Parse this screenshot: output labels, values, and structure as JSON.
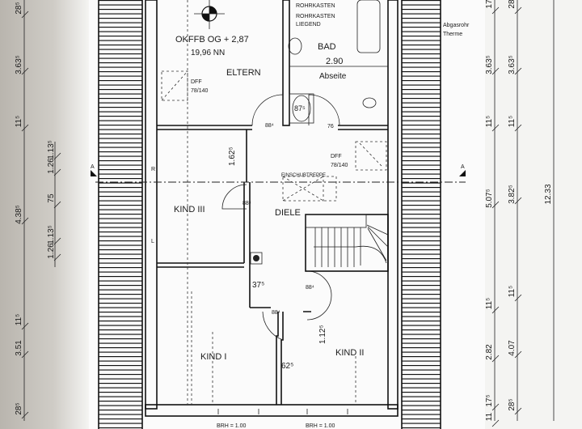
{
  "plan": {
    "rooms": {
      "eltern": "ELTERN",
      "bad": "BAD",
      "kind1": "KIND I",
      "kind2": "KIND II",
      "kind3": "KIND III",
      "diele": "DIELE"
    },
    "annotations": {
      "level": "OKFFB OG + 2,87",
      "nn": "19,96 NN",
      "bad_height": "2.90",
      "abseite": "Abseite",
      "rohrkasten_top": "ROHRKASTEN",
      "rohrkasten": "ROHRKASTEN",
      "liegend": "LIEGEND",
      "abgasrohr": "Abgasrohr",
      "therme": "Therme",
      "dff1": "DFF",
      "dff1_size": "78/140",
      "dff2": "DFF",
      "dff2_size": "78/140",
      "einschubtreppe": "EINSCHUBTREPPE",
      "shower": "87⁵",
      "door_eltern": "88⁴",
      "door_bad": "76",
      "door_kind3": "88⁴",
      "door_kind1": "88⁴",
      "door_kind2": "88⁴",
      "dim_1625": "1.62⁵",
      "dim_375": "37⁵",
      "dim_1125": "1.12⁵",
      "dim_625": "62⁵",
      "brh1": "BRH = 1.00",
      "brh2": "BRH = 1.00",
      "section_left": "A",
      "section_right": "A",
      "mark_r": "R",
      "mark_l": "L"
    },
    "dims_left_outer": [
      "28⁵",
      "3.63⁵",
      "11⁵",
      "4.38⁵",
      "11⁵",
      "3.51",
      "28⁵"
    ],
    "dims_left_inner": [
      "1.13⁵",
      "1.26",
      "75",
      "1.13⁵",
      "1.26"
    ],
    "dims_right_1": [
      "17",
      "3.63⁵",
      "11⁵",
      "5.07⁵",
      "11⁵",
      "2.82",
      "17⁵",
      "11"
    ],
    "dims_right_2": [
      "28",
      "3.63⁵",
      "11⁵",
      "3.82⁵",
      "11⁵",
      "4.07",
      "28⁵"
    ],
    "dims_right_total": "12.33"
  }
}
